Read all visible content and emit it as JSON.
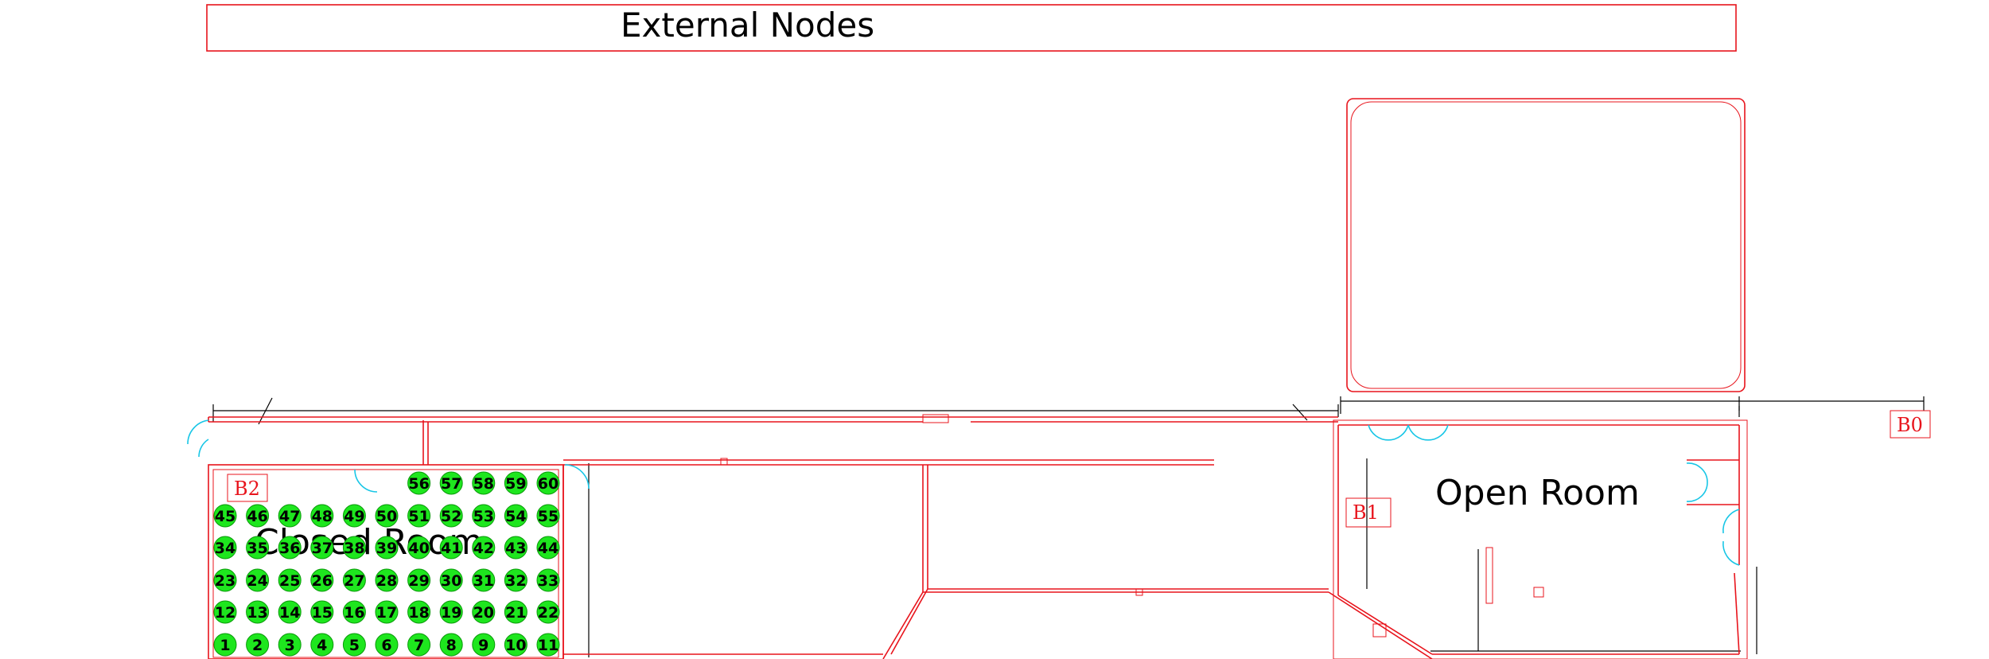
{
  "header": {
    "title": "External Nodes"
  },
  "rooms": [
    {
      "id": "closed",
      "label": "Closed Room"
    },
    {
      "id": "open",
      "label": "Open Room"
    }
  ],
  "beacons": [
    {
      "id": "b0",
      "label": "B0"
    },
    {
      "id": "b1",
      "label": "B1"
    },
    {
      "id": "b2",
      "label": "B2"
    }
  ],
  "nodes": {
    "rows": [
      [
        "56",
        "57",
        "58",
        "59",
        "60"
      ],
      [
        "45",
        "46",
        "47",
        "48",
        "49",
        "50",
        "51",
        "52",
        "53",
        "54",
        "55"
      ],
      [
        "34",
        "35",
        "36",
        "37",
        "38",
        "39",
        "40",
        "41",
        "42",
        "43",
        "44"
      ],
      [
        "23",
        "24",
        "25",
        "26",
        "27",
        "28",
        "29",
        "30",
        "31",
        "32",
        "33"
      ],
      [
        "12",
        "13",
        "14",
        "15",
        "16",
        "17",
        "18",
        "19",
        "20",
        "21",
        "22"
      ],
      [
        "1",
        "2",
        "3",
        "4",
        "5",
        "6",
        "7",
        "8",
        "9",
        "10",
        "11"
      ]
    ],
    "color": "#1ee61e"
  },
  "colors": {
    "wall": "#e8141c",
    "door": "#18c6e6",
    "dimension": "#000000"
  }
}
